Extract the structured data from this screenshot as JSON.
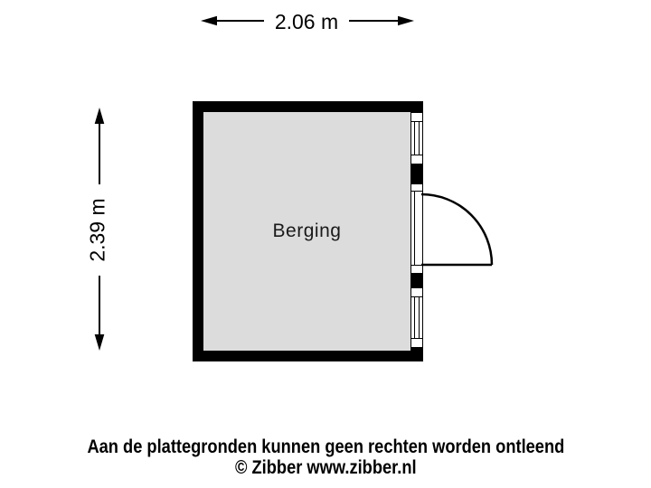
{
  "floorplan": {
    "room": {
      "label": "Berging"
    },
    "dimensions": {
      "width_label": "2.06 m",
      "height_label": "2.39 m"
    },
    "footer": {
      "disclaimer": "Aan de plattegronden kunnen geen rechten worden ontleend",
      "copyright": "© Zibber www.zibber.nl"
    },
    "colors": {
      "wall": "#000000",
      "floor": "#dcdcdc",
      "background": "#ffffff",
      "text": "#1a1a1a"
    },
    "icons": {
      "width_arrow": "horizontal-double-arrow",
      "height_arrow": "vertical-double-arrow",
      "door": "quarter-circle-door-swing",
      "window": "double-line-window-symbol"
    }
  }
}
